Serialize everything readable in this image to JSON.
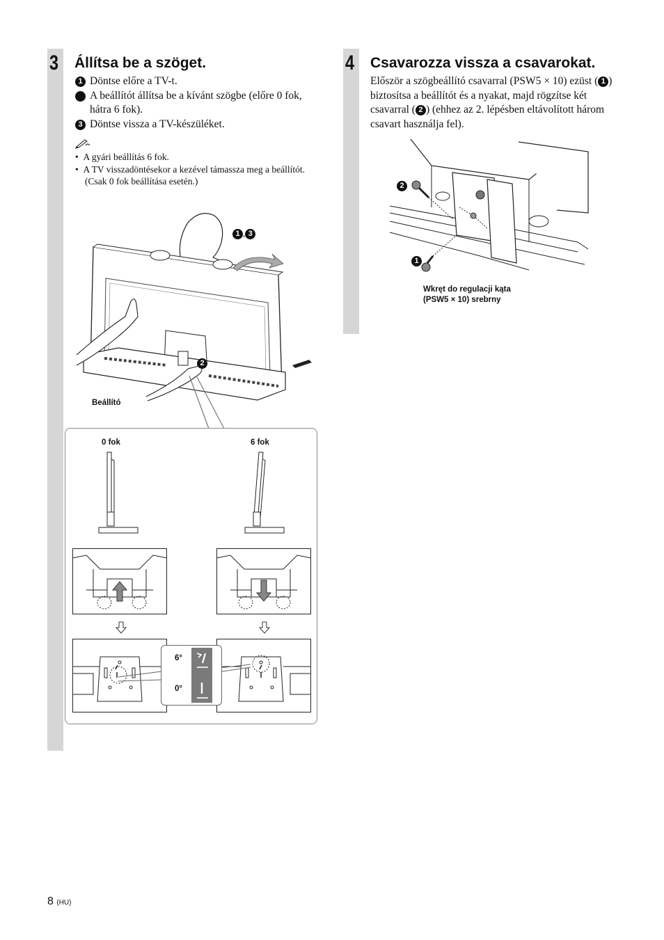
{
  "step3": {
    "number": "3",
    "title": "Állítsa be a szöget.",
    "items": [
      {
        "num": "1",
        "text": "Döntse előre a TV-t."
      },
      {
        "num": "2",
        "text": "A beállítót állítsa be a kívánt szögbe (előre 0 fok, hátra 6 fok)."
      },
      {
        "num": "3",
        "text": "Döntse vissza a TV-készüléket."
      }
    ],
    "notes": [
      "A gyári beállítás 6 fok.",
      "A TV visszadöntésekor a kezével támassza meg a beállítót. (Csak 0 fok beállítása esetén.)"
    ],
    "figure": {
      "callout_13_a": "1",
      "callout_13_sep": ",",
      "callout_13_b": "3",
      "callout_2": "2",
      "adjuster_label": "Beállító",
      "label_0": "0 fok",
      "label_6": "6 fok",
      "angle_6": "6°",
      "angle_0": "0°"
    }
  },
  "step4": {
    "number": "4",
    "title": "Csavarozza vissza a csavarokat.",
    "text_part1": "Először a szögbeállító csavarral (PSW5 × 10) ezüst (",
    "num1": "1",
    "text_part2": ") biztosítsa a beállítót és a nyakat, majd rögzítse két csavarral (",
    "num2": "2",
    "text_part3": ") (ehhez az 2. lépésben eltávolított három csavart használja fel).",
    "figure": {
      "callout_1": "1",
      "callout_2": "2",
      "screw_label_line1": "Wkręt do regulacji kąta",
      "screw_label_line2": "(PSW5 × 10) srebrny"
    }
  },
  "footer": {
    "page_number": "8",
    "lang": "(HU)"
  }
}
